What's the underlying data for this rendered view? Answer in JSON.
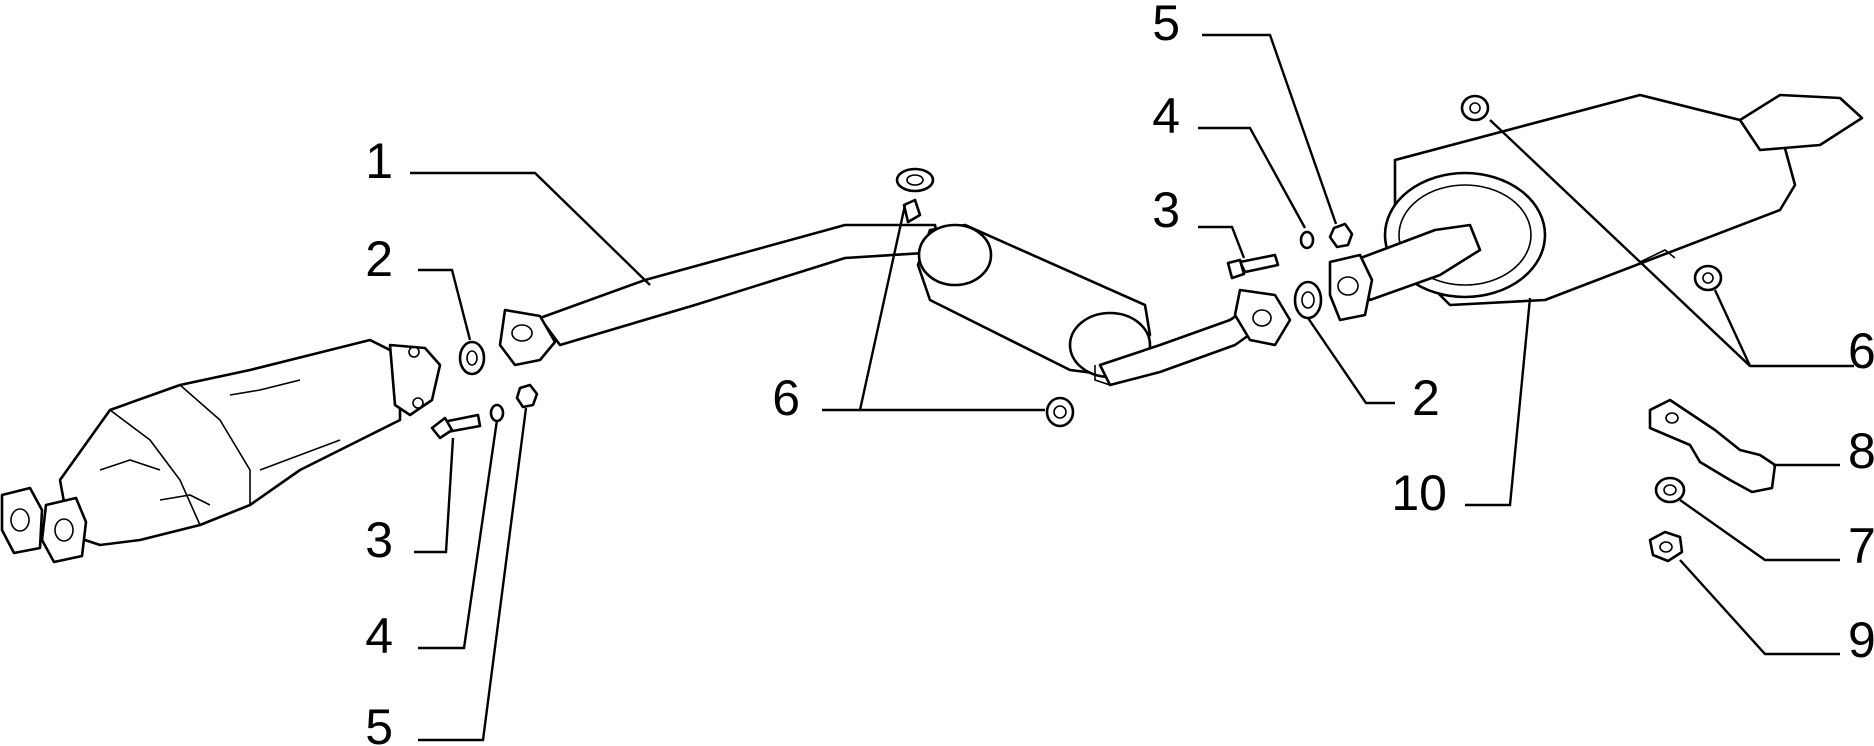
{
  "labels": {
    "part_1": "1",
    "part_2_left": "2",
    "part_3_left": "3",
    "part_4_left": "4",
    "part_5_left": "5",
    "part_6_center": "6",
    "part_3_right": "3",
    "part_4_right": "4",
    "part_5_right": "5",
    "part_2_right": "2",
    "part_10": "10",
    "part_6_right": "6",
    "part_8": "8",
    "part_7": "7",
    "part_9": "9"
  }
}
